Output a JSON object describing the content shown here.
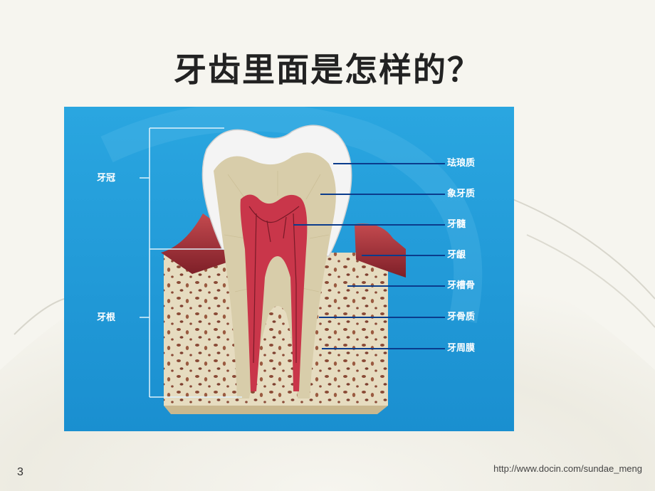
{
  "slide": {
    "title": "牙齿里面是怎样的？",
    "page_number": "3",
    "source_url": "http://www.docin.com/sundae_meng"
  },
  "diagram": {
    "left_labels": {
      "crown": "牙冠",
      "root": "牙根"
    },
    "right_labels": [
      "珐琅质",
      "象牙质",
      "牙髓",
      "牙龈",
      "牙槽骨",
      "牙骨质",
      "牙周膜"
    ]
  },
  "colors": {
    "panel_blue": "#1f9bd8",
    "enamel": "#f4f4f4",
    "dentin": "#d8cdaa",
    "pulp": "#c9364a",
    "gum": "#a8323c",
    "bone": "#e6dcc0",
    "bone_spots": "#8a4a36"
  }
}
